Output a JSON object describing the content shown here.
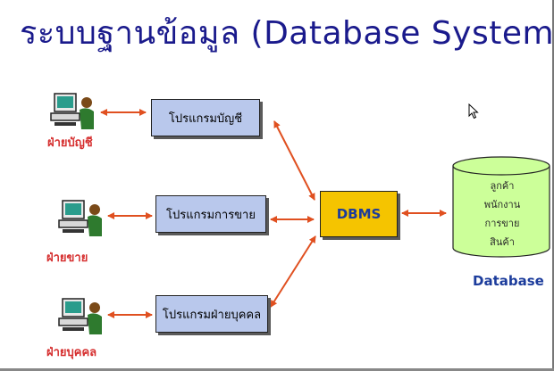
{
  "title": "ระบบฐานข้อมูล (Database System)",
  "programs": {
    "accounting": "โปรแกรมบัญชี",
    "sales": "โปรแกรมการขาย",
    "personnel": "โปรแกรมฝ่ายบุคคล"
  },
  "departments": {
    "accounting": "ฝ่ายบัญชี",
    "sales": "ฝ่ายขาย",
    "personnel": "ฝ่ายบุคคล"
  },
  "dbms_label": "DBMS",
  "database": {
    "label": "Database",
    "contents": [
      "ลูกค้า",
      "พนักงาน",
      "การขาย",
      "สินค้า"
    ]
  },
  "colors": {
    "title": "#1a1a8c",
    "program_box": "#b9c8ec",
    "dbms_box": "#f5c400",
    "database_fill": "#ccff99",
    "arrow": "#e05020",
    "department_text": "#d63030"
  },
  "icons": [
    "computer-user-icon",
    "mouse-cursor-icon"
  ]
}
